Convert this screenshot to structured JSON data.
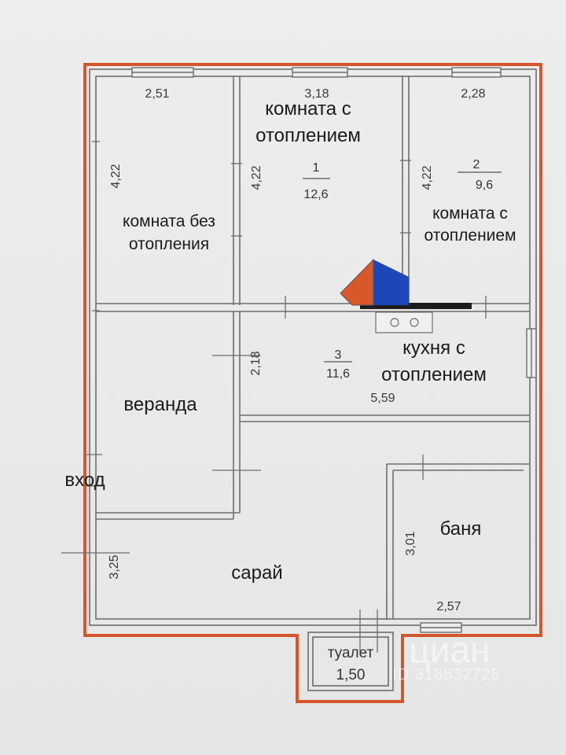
{
  "rooms": {
    "room_unheated": {
      "line1": "комната без",
      "line2": "отопления"
    },
    "room_1": {
      "line1": "комната с",
      "line2": "отоплением",
      "number": "1",
      "area": "12,6"
    },
    "room_2": {
      "line1": "комната с",
      "line2": "отоплением",
      "number": "2",
      "area": "9,6"
    },
    "kitchen": {
      "line1": "кухня с",
      "line2": "отоплением",
      "number": "3",
      "area": "11,6"
    },
    "veranda": "веранда",
    "entrance": "вход",
    "shed": "сарай",
    "sauna": "баня",
    "toilet": {
      "label": "туалет",
      "size": "1,50"
    }
  },
  "dimensions": {
    "top_left_width": "2,51",
    "top_mid_width": "3,18",
    "top_right_width": "2,28",
    "left_room_height": "4,22",
    "mid_room_height": "4,22",
    "right_room_height": "4,22",
    "veranda_wall": "2,18",
    "kitchen_width": "5,59",
    "shed_height": "3,25",
    "sauna_height": "3,01",
    "sauna_width": "2,57"
  },
  "watermark": {
    "brand": "циан",
    "id": "ID 318832725"
  },
  "colors": {
    "outline": "#d4562b",
    "wall": "#6d6d6d",
    "stove_red": "#d9582a",
    "stove_blue": "#1d46b8"
  }
}
